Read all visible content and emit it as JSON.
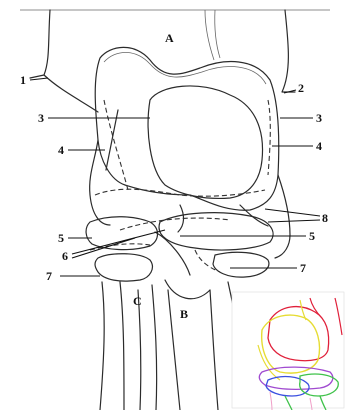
{
  "labels": {
    "A": "A",
    "B": "B",
    "C": "C",
    "l1": "1",
    "l2": "2",
    "l3_left": "3",
    "l3_right": "3",
    "l4_left": "4",
    "l4_right": "4",
    "l5_left": "5",
    "l5_right": "5",
    "l6": "6",
    "l7_left": "7",
    "l7_right": "7",
    "l8": "8"
  },
  "colors": {
    "inset_red": "#e0203a",
    "inset_yellow": "#e6dc33",
    "inset_green": "#3fc24a",
    "inset_blue": "#3a4fe0",
    "inset_purple": "#a04ad0",
    "inset_pink": "#f0a0c8"
  }
}
